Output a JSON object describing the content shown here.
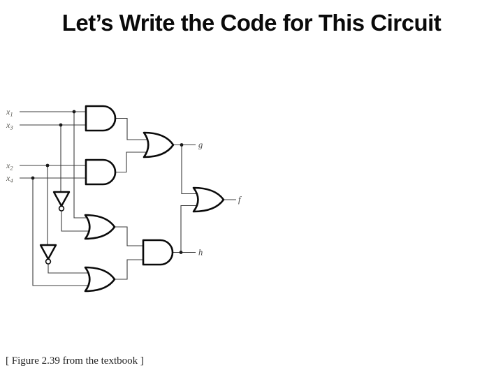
{
  "slide": {
    "title": "Let’s Write the Code for This Circuit",
    "caption": "[ Figure 2.39 from the textbook ]"
  },
  "circuit": {
    "input_labels": {
      "x1": {
        "base": "x",
        "sub": "1"
      },
      "x3": {
        "base": "x",
        "sub": "3"
      },
      "x2": {
        "base": "x",
        "sub": "2"
      },
      "x4": {
        "base": "x",
        "sub": "4"
      }
    },
    "signal_labels": {
      "g": "g",
      "f": "f",
      "h": "h"
    },
    "gates": [
      {
        "id": "and1",
        "type": "AND",
        "inputs": [
          "x1",
          "x3"
        ]
      },
      {
        "id": "and2",
        "type": "AND",
        "inputs": [
          "x2",
          "x4"
        ]
      },
      {
        "id": "or-g",
        "type": "OR",
        "inputs": [
          "and1",
          "and2"
        ],
        "output": "g"
      },
      {
        "id": "not1",
        "type": "NOT",
        "inputs": [
          "x3"
        ]
      },
      {
        "id": "not2",
        "type": "NOT",
        "inputs": [
          "x2"
        ]
      },
      {
        "id": "or3",
        "type": "OR",
        "inputs": [
          "x1",
          "not1"
        ]
      },
      {
        "id": "or4",
        "type": "OR",
        "inputs": [
          "not2",
          "x4"
        ]
      },
      {
        "id": "and-h",
        "type": "AND",
        "inputs": [
          "or3",
          "or4"
        ],
        "output": "h"
      },
      {
        "id": "or-f",
        "type": "OR",
        "inputs": [
          "g",
          "h"
        ],
        "output": "f"
      }
    ]
  },
  "colors": {
    "background": "#ffffff",
    "ink": "#0a0a0a",
    "wire": "#3c3c3c",
    "label": "#51504a"
  }
}
